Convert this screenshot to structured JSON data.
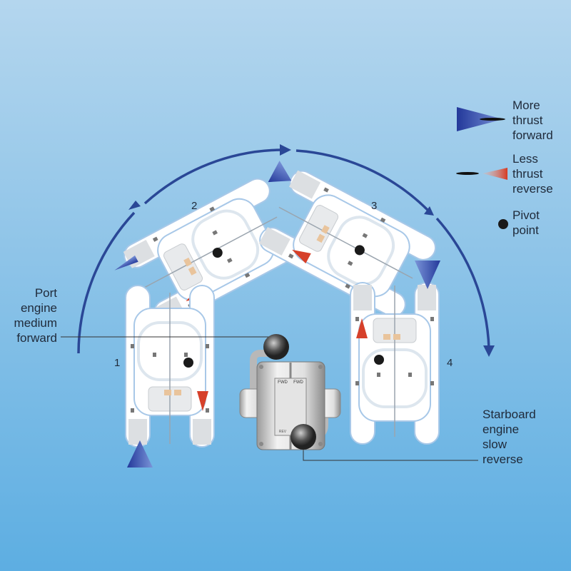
{
  "title": "Catamaran pivot turn with twin engine controls",
  "legend": {
    "more_thrust": [
      "More",
      "thrust",
      "forward"
    ],
    "less_thrust": [
      "Less",
      "thrust",
      "reverse"
    ],
    "pivot": [
      "Pivot",
      "point"
    ]
  },
  "positions": [
    "1",
    "2",
    "3",
    "4"
  ],
  "callouts": {
    "port": [
      "Port",
      "engine",
      "medium",
      "forward"
    ],
    "starboard": [
      "Starboard",
      "engine",
      "slow",
      "reverse"
    ]
  },
  "control": {
    "port_fwd": "FWD",
    "stbd_fwd": "FWD",
    "rev": "REV"
  },
  "colors": {
    "forward_thrust": "#2b3f9e",
    "reverse_thrust": "#d6402a",
    "arc": "#2a4796",
    "pivot": "#1a1a1a"
  }
}
